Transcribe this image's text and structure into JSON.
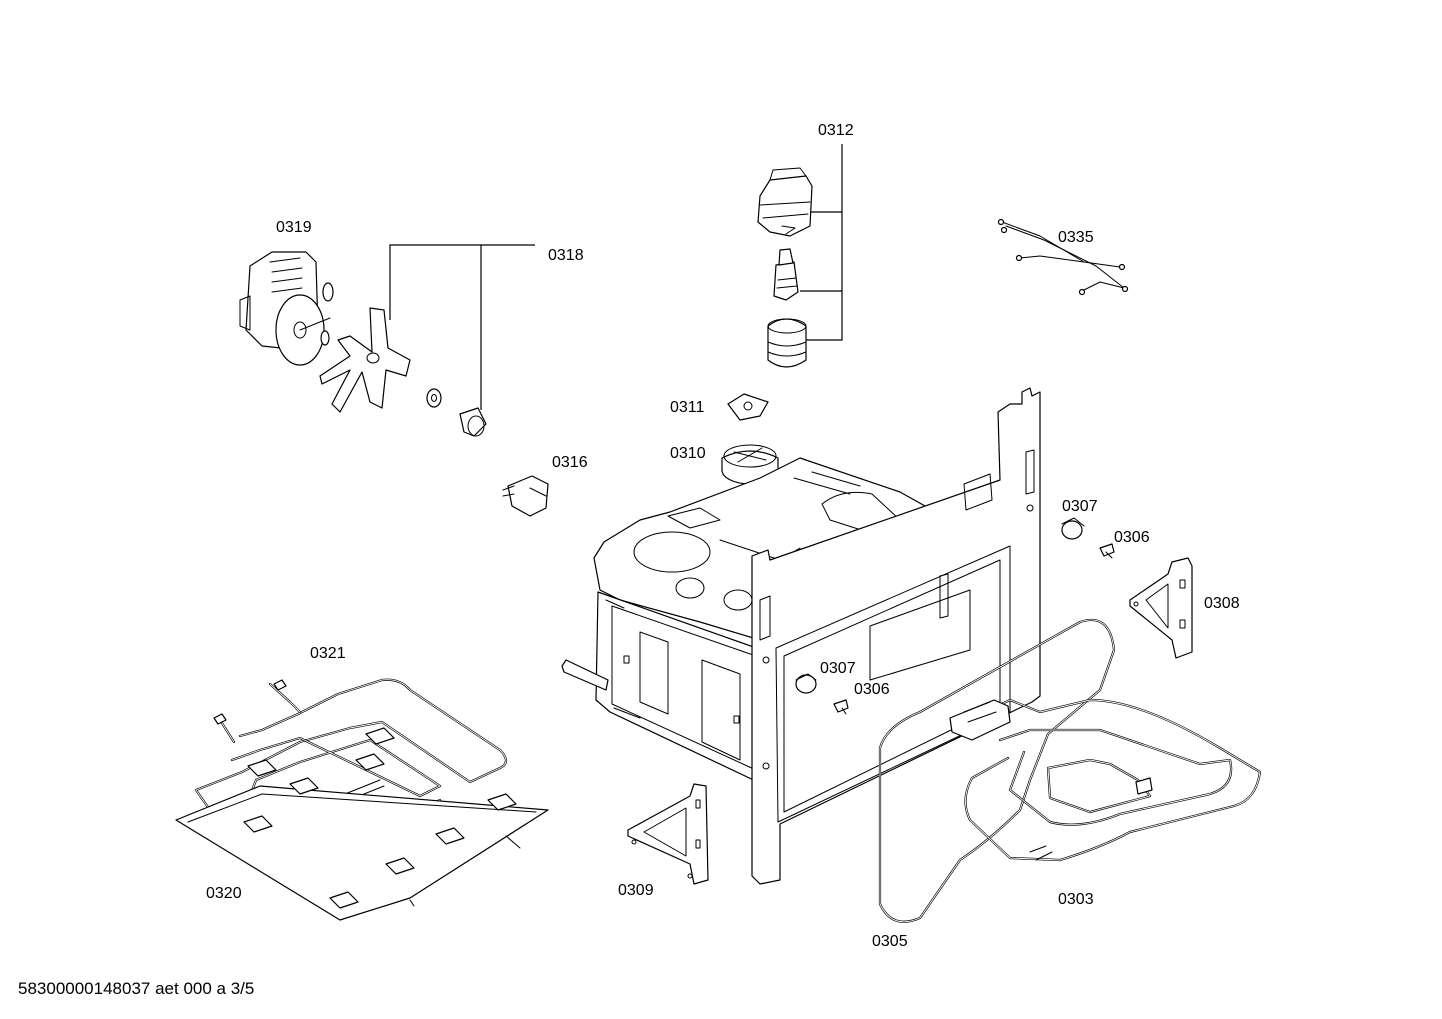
{
  "part_labels": {
    "p0312": "0312",
    "p0319": "0319",
    "p0318": "0318",
    "p0335": "0335",
    "p0311": "0311",
    "p0310": "0310",
    "p0316": "0316",
    "p0307a": "0307",
    "p0306a": "0306",
    "p0308": "0308",
    "p0321": "0321",
    "p0307b": "0307",
    "p0306b": "0306",
    "p0320": "0320",
    "p0309": "0309",
    "p0303": "0303",
    "p0305": "0305"
  },
  "footer": "58300000148037 aet 000 a 3/5"
}
